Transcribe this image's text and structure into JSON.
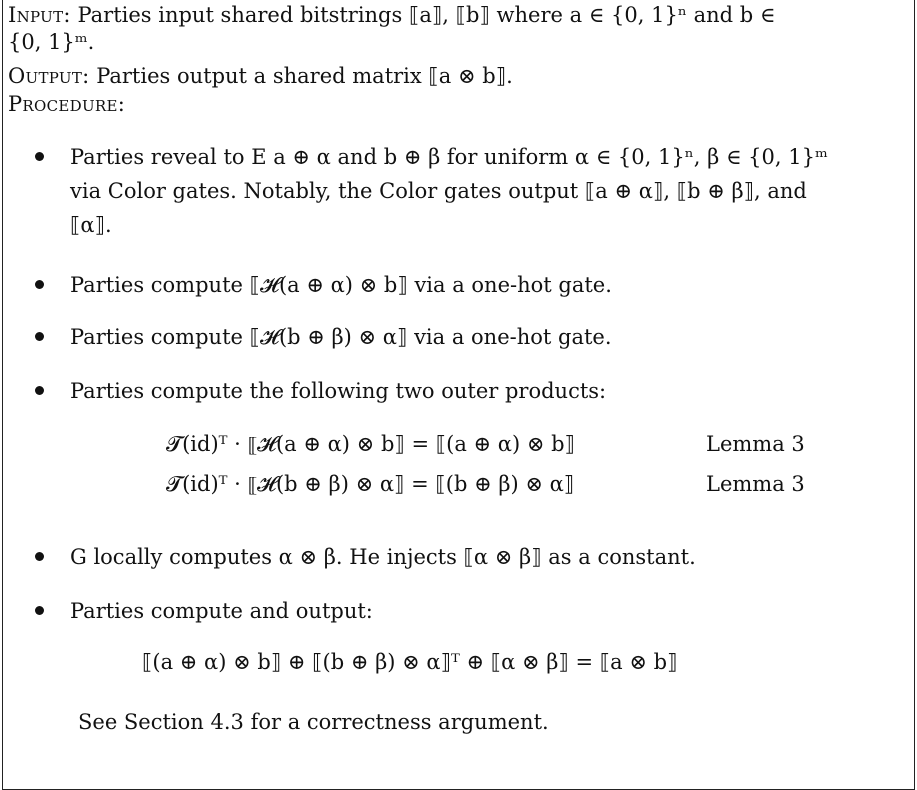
{
  "header": {
    "input_label": "Input:",
    "input_text_1": " Parties input shared bitstrings ⟦a⟧, ⟦b⟧ where a ∈ {0, 1}ⁿ and b ∈",
    "input_text_2": "{0, 1}ᵐ.",
    "output_label": "Output:",
    "output_text": " Parties output a shared matrix ⟦a ⊗ b⟧.",
    "procedure_label": "Procedure:"
  },
  "steps": [
    {
      "lines": [
        "Parties reveal to E a ⊕ α and b ⊕ β for uniform α ∈ {0, 1}ⁿ, β ∈ {0, 1}ᵐ",
        "via Color gates. Notably, the Color gates output ⟦a ⊕ α⟧, ⟦b ⊕ β⟧, and",
        "⟦α⟧."
      ]
    },
    {
      "lines": [
        "Parties compute ⟦𝓗(a ⊕ α) ⊗ b⟧ via a one-hot gate."
      ]
    },
    {
      "lines": [
        "Parties compute ⟦𝓗(b ⊕ β) ⊗ α⟧ via a one-hot gate."
      ]
    },
    {
      "lines": [
        "Parties compute the following two outer products:"
      ]
    },
    {
      "lines": [
        "G locally computes α ⊗ β. He injects ⟦α ⊗ β⟧ as a constant."
      ]
    },
    {
      "lines": [
        "Parties compute and output:"
      ]
    }
  ],
  "equations": [
    {
      "lhs": "𝓣(id)ᵀ · ⟦𝓗(a ⊕ α) ⊗ b⟧ = ⟦(a ⊕ α) ⊗ b⟧",
      "ref": "Lemma 3"
    },
    {
      "lhs": "𝓣(id)ᵀ · ⟦𝓗(b ⊕ β) ⊗ α⟧ = ⟦(b ⊕ β) ⊗ α⟧",
      "ref": "Lemma 3"
    }
  ],
  "final_equation": "⟦(a ⊕ α) ⊗ b⟧ ⊕ ⟦(b ⊕ β) ⊗ α⟧ᵀ ⊕ ⟦α ⊗ β⟧ = ⟦a ⊗ b⟧",
  "footer": "See Section 4.3 for a correctness argument."
}
